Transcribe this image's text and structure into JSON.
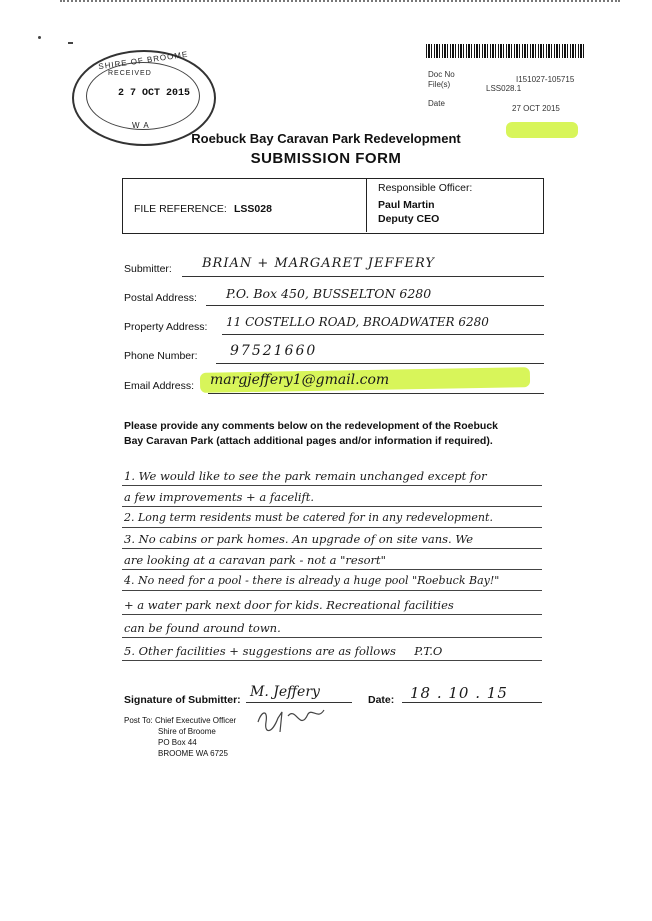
{
  "stamp": {
    "organisation": "SHIRE OF BROOME",
    "status": "RECEIVED",
    "date": "2 7 OCT 2015",
    "state": "W A"
  },
  "record": {
    "doc_no_label": "Doc No",
    "doc_no": "I151027-105715",
    "files_label": "File(s)",
    "files": "LSS028.1",
    "date_label": "Date",
    "date": "27 OCT 2015"
  },
  "form": {
    "title": "Roebuck Bay Caravan Park Redevelopment",
    "subtitle": "SUBMISSION FORM",
    "file_reference_label": "FILE REFERENCE:",
    "file_reference": "LSS028",
    "responsible_officer_label": "Responsible Officer:",
    "officer_name": "Paul Martin",
    "officer_title": "Deputy CEO"
  },
  "fields": {
    "submitter_label": "Submitter:",
    "submitter": "BRIAN + MARGARET JEFFERY",
    "postal_label": "Postal Address:",
    "postal": "P.O. Box 450, BUSSELTON 6280",
    "property_label": "Property Address:",
    "property": "11 COSTELLO ROAD, BROADWATER 6280",
    "phone_label": "Phone Number:",
    "phone": "97521660",
    "email_label": "Email Address:",
    "email": "margjeffery1@gmail.com"
  },
  "instructions": [
    "Please provide any comments below on the redevelopment of the Roebuck",
    "Bay Caravan Park (attach additional pages and/or information if required)."
  ],
  "comments": [
    "1. We would like to see the park remain unchanged except for",
    "a few improvements + a facelift.",
    "2. Long term residents must be catered for in any redevelopment.",
    "3. No cabins or park homes. An upgrade of on site vans. We",
    "are looking at a caravan park - not a \"resort\"",
    "4. No need for a pool - there is already a huge pool \"Roebuck Bay!\"",
    "+ a water park next door for kids. Recreational facilities",
    "can be found around town.",
    "5. Other facilities + suggestions are as follows     P.T.O"
  ],
  "signature": {
    "label": "Signature of Submitter:",
    "value": "M. Jeffery",
    "date_label": "Date:",
    "date": "18 . 10 . 15"
  },
  "post_to": {
    "line1": "Post To: Chief Executive Officer",
    "line2": "Shire of Broome",
    "line3": "PO Box 44",
    "line4": "BROOME  WA  6725"
  }
}
